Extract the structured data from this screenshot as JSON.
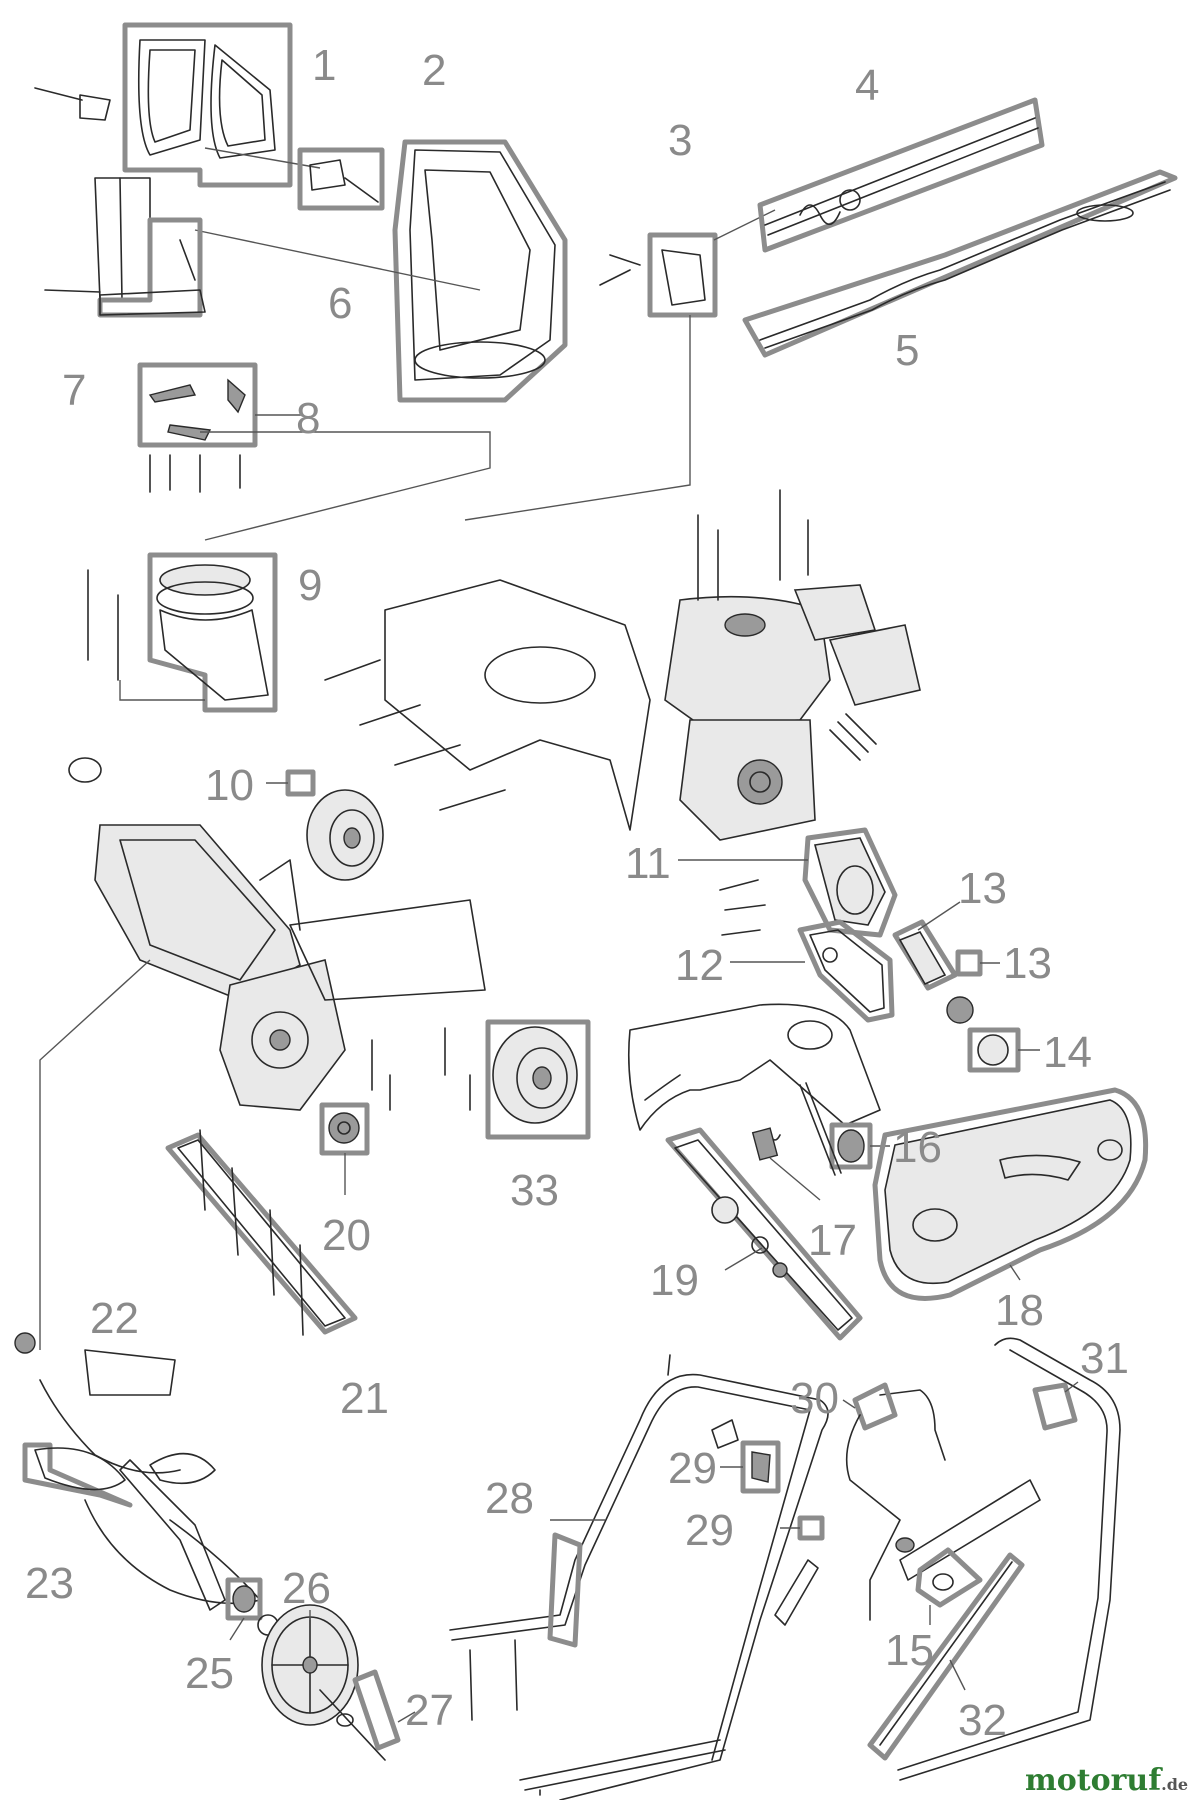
{
  "diagram": {
    "callouts": [
      "1",
      "2",
      "3",
      "4",
      "5",
      "6",
      "7",
      "8",
      "9",
      "10",
      "11",
      "12",
      "13",
      "13",
      "14",
      "15",
      "16",
      "17",
      "18",
      "19",
      "20",
      "21",
      "22",
      "23",
      "25",
      "26",
      "27",
      "28",
      "29",
      "29",
      "30",
      "31",
      "32",
      "33"
    ]
  },
  "watermark": {
    "brand": "motoruf",
    "tld": ".de",
    "colors": [
      "#2e7d32",
      "#e53935",
      "#fbc02d",
      "#1e88e5"
    ]
  }
}
